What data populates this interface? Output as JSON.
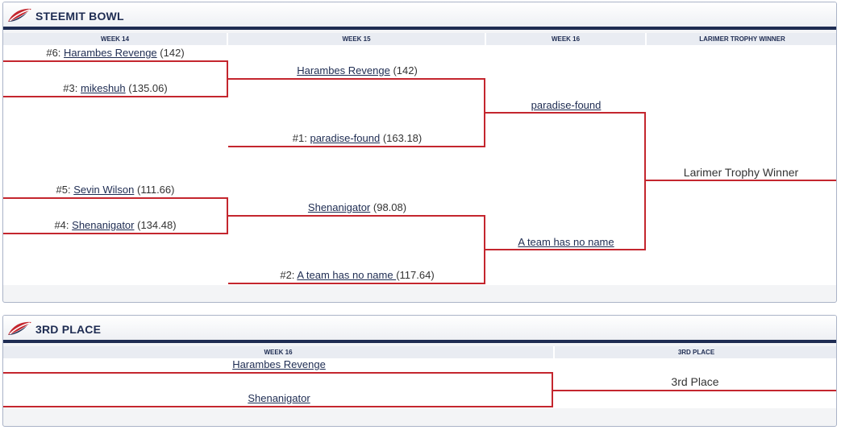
{
  "steemit_bowl": {
    "title": "STEEMIT BOWL",
    "columns": [
      "WEEK 14",
      "WEEK 15",
      "WEEK 16",
      "LARIMER TROPHY WINNER"
    ],
    "week14": [
      {
        "seed": "#6:",
        "team": "Harambes Revenge",
        "score": "(142)"
      },
      {
        "seed": "#3:",
        "team": "mikeshuh",
        "score": "(135.06)"
      },
      {
        "seed": "#5:",
        "team": "Sevin Wilson",
        "score": "(111.66)"
      },
      {
        "seed": "#4:",
        "team": "Shenanigator",
        "score": "(134.48)"
      }
    ],
    "week15": [
      {
        "seed": "",
        "team": "Harambes Revenge",
        "score": "(142)"
      },
      {
        "seed": "#1:",
        "team": "paradise-found",
        "score": "(163.18)"
      },
      {
        "seed": "",
        "team": "Shenanigator",
        "score": "(98.08)"
      },
      {
        "seed": "#2:",
        "team": "A team has no name ",
        "score": "(117.64)"
      }
    ],
    "week16": [
      {
        "team": "paradise-found"
      },
      {
        "team": "A team has no name"
      }
    ],
    "winner": "Larimer Trophy Winner"
  },
  "third_place": {
    "title": "3RD PLACE",
    "columns": [
      "WEEK 16",
      "3RD PLACE"
    ],
    "week16": [
      {
        "team": "Harambes Revenge"
      },
      {
        "team": "Shenanigator"
      }
    ],
    "winner": "3rd Place"
  },
  "colors": {
    "accent": "#c4262e",
    "navy": "#1e2c52"
  },
  "icons": {
    "logo": "steem-football-logo-icon"
  }
}
